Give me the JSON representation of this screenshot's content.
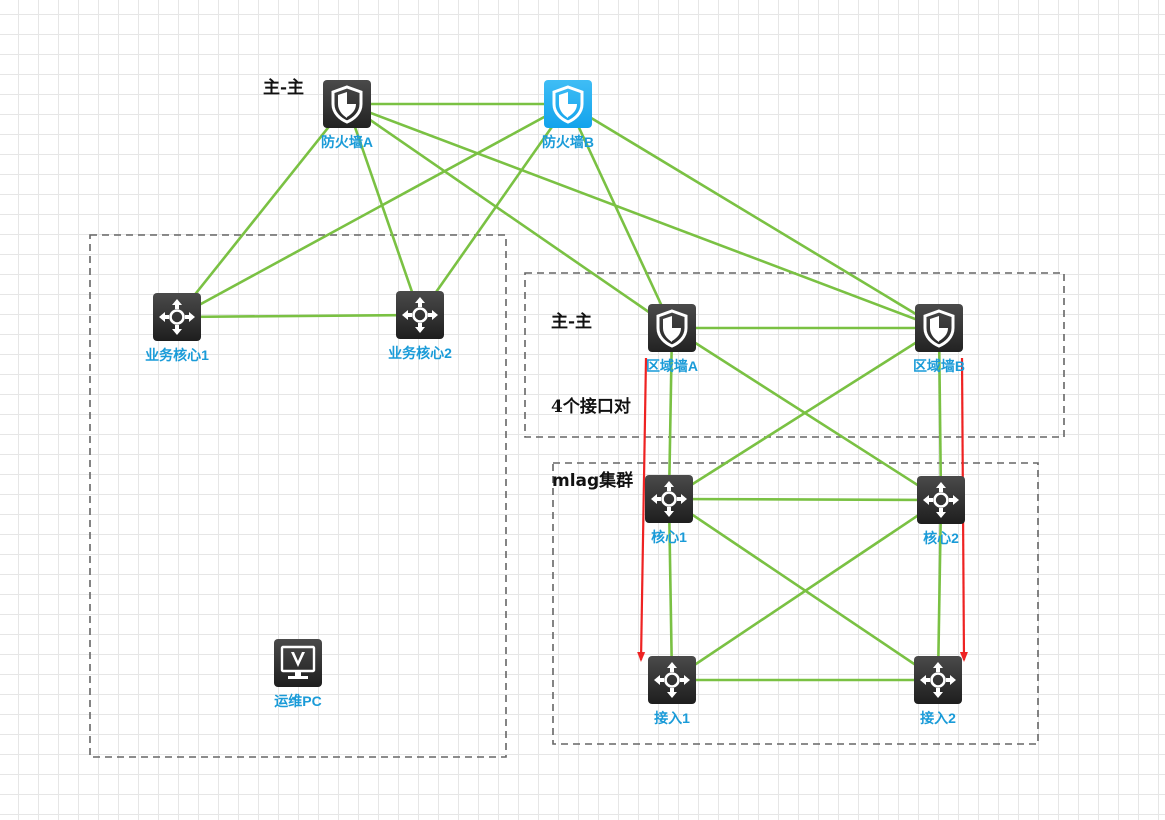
{
  "colors": {
    "link": "#7ac143",
    "arrow": "#ee2222",
    "label": "#1a9bd8",
    "firewall_b": "#12a3ec",
    "device_dark": "#222222"
  },
  "notes": {
    "fw_mode": "主-主",
    "zone_mode": "主-主",
    "port_pairs": "4个接口对",
    "cluster": "mlag集群"
  },
  "nodes": [
    {
      "id": "fwA",
      "icon": "firewall-icon",
      "label": "防火墙A"
    },
    {
      "id": "fwB",
      "icon": "firewall-icon",
      "label": "防火墙B"
    },
    {
      "id": "bc1",
      "icon": "switch-icon",
      "label": "业务核心1"
    },
    {
      "id": "bc2",
      "icon": "switch-icon",
      "label": "业务核心2"
    },
    {
      "id": "zA",
      "icon": "firewall-icon",
      "label": "区域墙A"
    },
    {
      "id": "zB",
      "icon": "firewall-icon",
      "label": "区域墙B"
    },
    {
      "id": "c1",
      "icon": "switch-icon",
      "label": "核心1"
    },
    {
      "id": "c2",
      "icon": "switch-icon",
      "label": "核心2"
    },
    {
      "id": "a1",
      "icon": "switch-icon",
      "label": "接入1"
    },
    {
      "id": "a2",
      "icon": "switch-icon",
      "label": "接入2"
    },
    {
      "id": "pc",
      "icon": "monitor-icon",
      "label": "运维PC"
    }
  ],
  "links": [
    [
      "fwA",
      "fwB"
    ],
    [
      "fwA",
      "bc1"
    ],
    [
      "fwA",
      "bc2"
    ],
    [
      "fwA",
      "zA"
    ],
    [
      "fwA",
      "zB"
    ],
    [
      "fwB",
      "bc1"
    ],
    [
      "fwB",
      "bc2"
    ],
    [
      "fwB",
      "zA"
    ],
    [
      "fwB",
      "zB"
    ],
    [
      "bc1",
      "bc2"
    ],
    [
      "zA",
      "zB"
    ],
    [
      "zA",
      "c1"
    ],
    [
      "zA",
      "c2"
    ],
    [
      "zB",
      "c1"
    ],
    [
      "zB",
      "c2"
    ],
    [
      "c1",
      "c2"
    ],
    [
      "c1",
      "a1"
    ],
    [
      "c1",
      "a2"
    ],
    [
      "c2",
      "a1"
    ],
    [
      "c2",
      "a2"
    ],
    [
      "a1",
      "a2"
    ]
  ],
  "arrows": [
    [
      "zA",
      "a1"
    ],
    [
      "zB",
      "a2"
    ]
  ]
}
